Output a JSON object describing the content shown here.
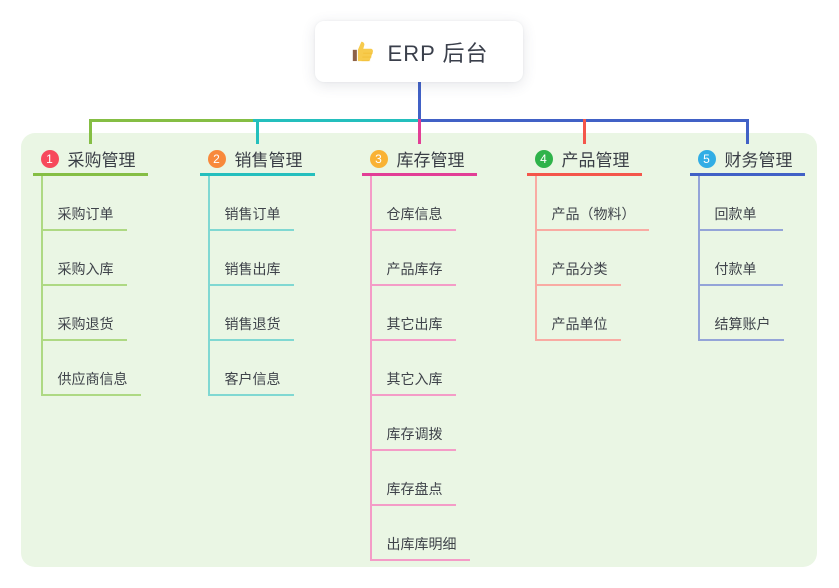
{
  "root": {
    "title": "ERP 后台",
    "icon": "thumbs-up-icon"
  },
  "canvas": {
    "background": "#ffffff",
    "panel_background": "#eaf6e4",
    "root_connector_color": "#4161c6"
  },
  "branches": [
    {
      "badge": "1",
      "label": "采购管理",
      "line_color": "#85be44",
      "light_color": "#aed983",
      "badge_color": "#f7495c",
      "children": [
        "采购订单",
        "采购入库",
        "采购退货",
        "供应商信息"
      ]
    },
    {
      "badge": "2",
      "label": "销售管理",
      "line_color": "#24bfbd",
      "light_color": "#80d8d2",
      "badge_color": "#f8893b",
      "children": [
        "销售订单",
        "销售出库",
        "销售退货",
        "客户信息"
      ]
    },
    {
      "badge": "3",
      "label": "库存管理",
      "line_color": "#e23e96",
      "light_color": "#f49cc7",
      "badge_color": "#f9b234",
      "children": [
        "仓库信息",
        "产品库存",
        "其它出库",
        "其它入库",
        "库存调拨",
        "库存盘点",
        "出库库明细"
      ]
    },
    {
      "badge": "4",
      "label": "产品管理",
      "line_color": "#f4564b",
      "light_color": "#f9aba3",
      "badge_color": "#2fb34a",
      "children": [
        "产品（物料）",
        "产品分类",
        "产品单位"
      ]
    },
    {
      "badge": "5",
      "label": "财务管理",
      "line_color": "#4161c6",
      "light_color": "#94a4d8",
      "badge_color": "#31ade5",
      "children": [
        "回款单",
        "付款单",
        "结算账户"
      ]
    }
  ]
}
